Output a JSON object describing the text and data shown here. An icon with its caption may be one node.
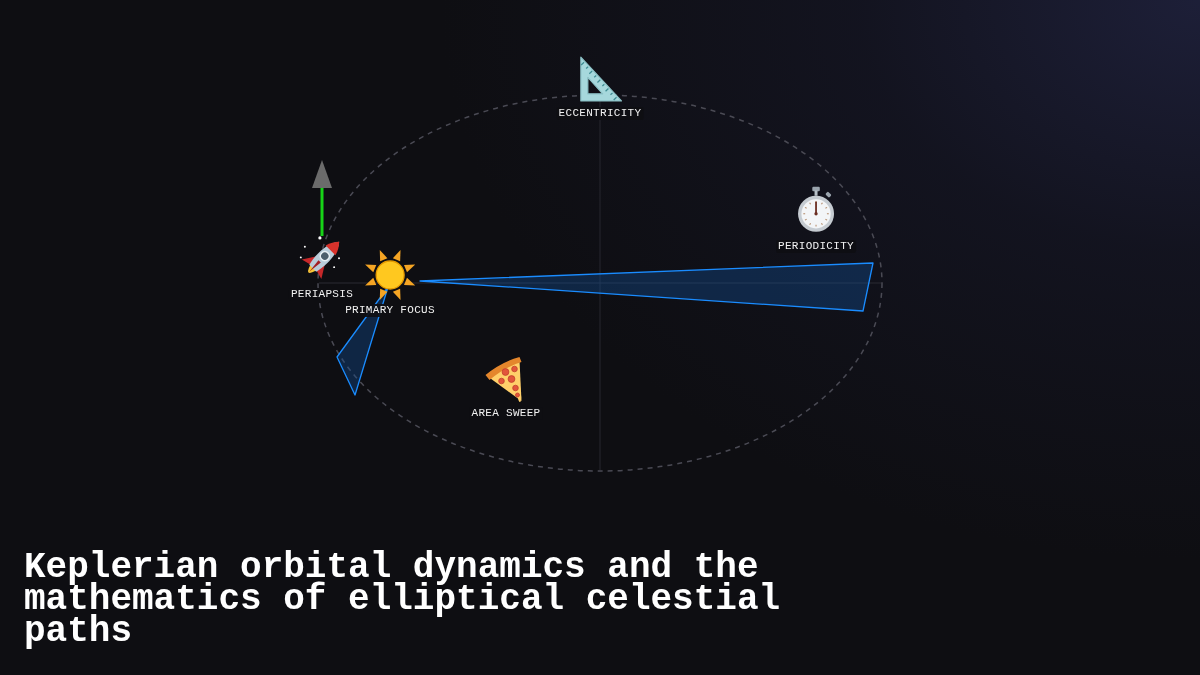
{
  "diagram": {
    "title": "Keplerian orbital dynamics and the mathematics of elliptical celestial paths",
    "nodes": [
      {
        "text": [
          "ECCENTRICITY"
        ]
      },
      {
        "text": [
          "PERIODICITY"
        ]
      },
      {
        "text": [
          "PERIAPSIS"
        ]
      },
      {
        "text": [
          "PRIMARY FOCUS"
        ]
      },
      {
        "text": [],
        "shape": "triangle"
      },
      {
        "text": [],
        "shape": "triangle"
      },
      {
        "text": [
          "AREA SWEEP"
        ]
      }
    ]
  }
}
